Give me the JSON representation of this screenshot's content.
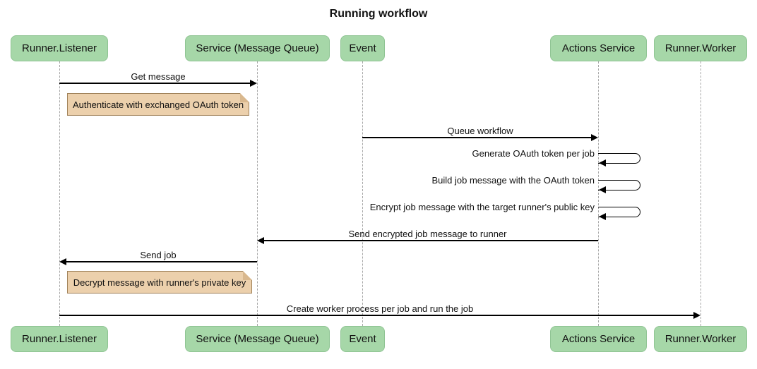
{
  "title": "Running workflow",
  "participants": [
    {
      "name": "Runner.Listener"
    },
    {
      "name": "Service (Message Queue)"
    },
    {
      "name": "Event"
    },
    {
      "name": "Actions Service"
    },
    {
      "name": "Runner.Worker"
    }
  ],
  "messages": {
    "get_message": "Get message",
    "queue_workflow": "Queue workflow",
    "generate_token": "Generate OAuth token per job",
    "build_job": "Build job message with the OAuth token",
    "encrypt_job": "Encrypt job message with the target runner's public key",
    "send_encrypted": "Send encrypted job message to runner",
    "send_job": "Send job",
    "create_worker": "Create worker process per job and run the job"
  },
  "notes": {
    "authenticate": "Authenticate with exchanged OAuth token",
    "decrypt": "Decrypt message with runner's private key"
  },
  "colors": {
    "actor_fill": "#a6d7a8",
    "actor_border": "#8fc493",
    "note_fill": "#ecd0ac",
    "note_border": "#a0825a",
    "lifeline": "#a6a6a6",
    "line": "#000000",
    "text": "#111111",
    "background": "#ffffff"
  }
}
